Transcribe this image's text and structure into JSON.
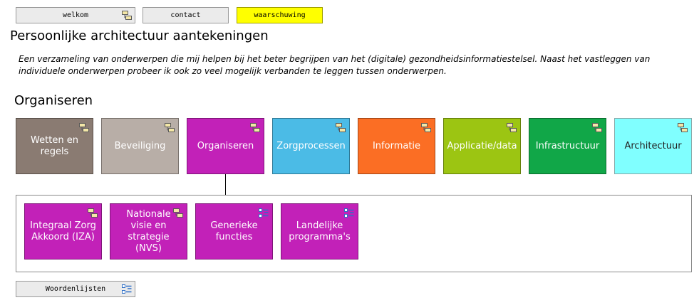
{
  "top_buttons": {
    "welkom": "welkom",
    "contact": "contact",
    "waarschuwing": "waarschuwing"
  },
  "page": {
    "title": "Persoonlijke architectuur aantekeningen",
    "intro": "Een verzameling van onderwerpen die mij helpen bij het beter begrijpen van het (digitale) gezondheidsinformatiestelsel. Naast het vastleggen van individuele onderwerpen probeer ik ook zo veel mogelijk verbanden te leggen tussen onderwerpen.",
    "section_title": "Organiseren"
  },
  "categories": [
    {
      "label": "Wetten en regels",
      "color": "#8a7b72",
      "icon": "model-icon"
    },
    {
      "label": "Beveiliging",
      "color": "#b8aea7",
      "icon": "model-icon"
    },
    {
      "label": "Organiseren",
      "color": "#c221b8",
      "icon": "model-icon"
    },
    {
      "label": "Zorgprocessen",
      "color": "#4bbbe6",
      "icon": "model-icon"
    },
    {
      "label": "Informatie",
      "color": "#fb6e24",
      "icon": "model-icon"
    },
    {
      "label": "Applicatie/data",
      "color": "#9cc512",
      "icon": "model-icon"
    },
    {
      "label": "Infrastructuur",
      "color": "#11a748",
      "icon": "model-icon"
    },
    {
      "label": "Architectuur",
      "color": "#80ffff",
      "icon": "model-icon"
    }
  ],
  "sub_items": [
    {
      "label": "Integraal Zorg Akkoord (IZA)",
      "color": "#c221b8",
      "icon": "model-icon"
    },
    {
      "label": "Nationale visie en strategie (NVS)",
      "color": "#c221b8",
      "icon": "model-icon"
    },
    {
      "label": "Generieke functies",
      "color": "#c221b8",
      "icon": "list-icon"
    },
    {
      "label": "Landelijke programma's",
      "color": "#c221b8",
      "icon": "list-icon"
    }
  ],
  "bottom_button": {
    "label": "Woordenlijsten",
    "icon": "list-icon"
  }
}
